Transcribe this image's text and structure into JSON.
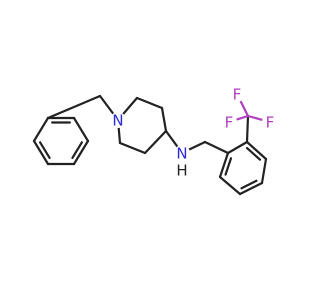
{
  "molecule": {
    "colors": {
      "bond": "#222222",
      "carbon": "#222222",
      "nitrogen": "#2a2ad4",
      "fluorine": "#b13fbf"
    },
    "atoms": [
      {
        "id": "c1",
        "element": "C"
      },
      {
        "id": "c2",
        "element": "C"
      },
      {
        "id": "c3",
        "element": "C"
      },
      {
        "id": "c4",
        "element": "C"
      },
      {
        "id": "c5",
        "element": "C"
      },
      {
        "id": "c6",
        "element": "C"
      },
      {
        "id": "c7",
        "element": "C"
      },
      {
        "id": "n1",
        "element": "N",
        "label": "N"
      },
      {
        "id": "c8",
        "element": "C"
      },
      {
        "id": "c9",
        "element": "C"
      },
      {
        "id": "c10",
        "element": "C"
      },
      {
        "id": "c11",
        "element": "C"
      },
      {
        "id": "c12",
        "element": "C"
      },
      {
        "id": "n2",
        "element": "N",
        "label": "N"
      },
      {
        "id": "h1",
        "element": "H",
        "label": "H"
      },
      {
        "id": "c13",
        "element": "C"
      },
      {
        "id": "c14",
        "element": "C"
      },
      {
        "id": "c15",
        "element": "C"
      },
      {
        "id": "c16",
        "element": "C"
      },
      {
        "id": "c17",
        "element": "C"
      },
      {
        "id": "c18",
        "element": "C"
      },
      {
        "id": "c19",
        "element": "C"
      },
      {
        "id": "c20",
        "element": "C"
      },
      {
        "id": "f1",
        "element": "F",
        "label": "F"
      },
      {
        "id": "f2",
        "element": "F",
        "label": "F"
      },
      {
        "id": "f3",
        "element": "F",
        "label": "F"
      }
    ],
    "bonds": [
      [
        "c1",
        "c2",
        1
      ],
      [
        "c2",
        "c3",
        2
      ],
      [
        "c3",
        "c4",
        1
      ],
      [
        "c4",
        "c5",
        2
      ],
      [
        "c5",
        "c6",
        1
      ],
      [
        "c6",
        "c1",
        2
      ],
      [
        "c1",
        "c7",
        1
      ],
      [
        "c7",
        "n1",
        1
      ],
      [
        "n1",
        "c8",
        1
      ],
      [
        "c8",
        "c9",
        1
      ],
      [
        "c9",
        "c10",
        1
      ],
      [
        "c10",
        "c11",
        1
      ],
      [
        "c11",
        "c12",
        1
      ],
      [
        "c12",
        "n1",
        1
      ],
      [
        "c10",
        "n2",
        1
      ],
      [
        "n2",
        "c13",
        1
      ],
      [
        "c13",
        "c14",
        1
      ],
      [
        "c14",
        "c15",
        2
      ],
      [
        "c15",
        "c16",
        1
      ],
      [
        "c16",
        "c17",
        2
      ],
      [
        "c17",
        "c18",
        1
      ],
      [
        "c18",
        "c19",
        2
      ],
      [
        "c19",
        "c14",
        1
      ],
      [
        "c19",
        "c20",
        1
      ],
      [
        "c20",
        "f1",
        1
      ],
      [
        "c20",
        "f2",
        1
      ],
      [
        "c20",
        "f3",
        1
      ]
    ]
  }
}
